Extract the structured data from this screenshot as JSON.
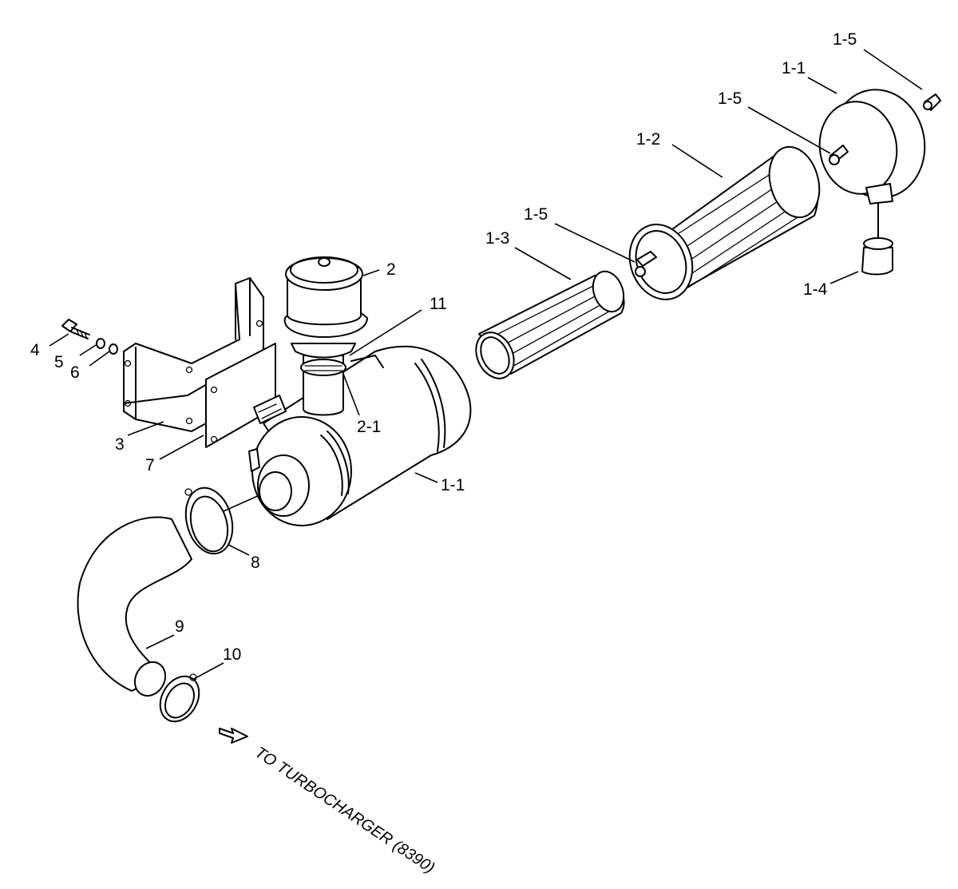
{
  "callouts": {
    "c1_5_top": "1-5",
    "c1_1_top": "1-1",
    "c1_5_cap": "1-5",
    "c1_2": "1-2",
    "c1_5_mid": "1-5",
    "c1_3": "1-3",
    "c1_4": "1-4",
    "c2": "2",
    "c11": "11",
    "c4": "4",
    "c5": "5",
    "c6": "6",
    "c2_1": "2-1",
    "c3": "3",
    "c7": "7",
    "c1_1_body": "1-1",
    "c8": "8",
    "c9": "9",
    "c10": "10"
  },
  "note": "TO TURBOCHARGER (8390)"
}
